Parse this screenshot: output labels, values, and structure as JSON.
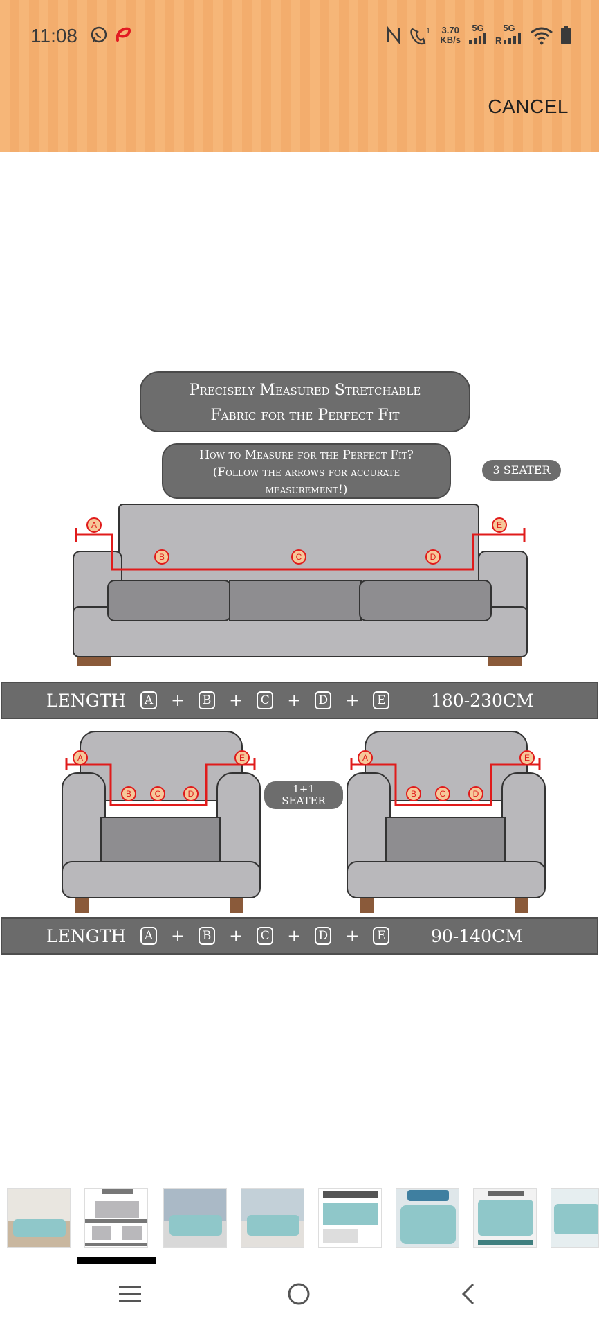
{
  "status_bar": {
    "time": "11:08",
    "network_speed_value": "3.70",
    "network_speed_unit": "KB/s",
    "sim1_label": "5G",
    "sim2_label": "5G"
  },
  "header": {
    "cancel_label": "CANCEL"
  },
  "image": {
    "title_line1": "Precisely Measured Stretchable",
    "title_line2": "Fabric for the Perfect Fit",
    "subtitle_line1": "How to Measure for the Perfect Fit?",
    "subtitle_line2": "(Follow the arrows for accurate",
    "subtitle_line3": "measurement!)",
    "seater3_label": "3 SEATER",
    "seater11_line1": "1+1",
    "seater11_line2": "SEATER",
    "length_label": "LENGTH",
    "length3_value": "180-230CM",
    "length11_value": "90-140CM",
    "letters": [
      "A",
      "B",
      "C",
      "D",
      "E"
    ],
    "plus": "+"
  },
  "thumbnails": {
    "count": 9,
    "selected_index": 1
  },
  "colors": {
    "header_orange": "#f6b678",
    "badge_gray": "#6d6d6d",
    "sofa_gray": "#b9b8bb",
    "measure_red": "#e01b1b",
    "thumb_teal": "#8fc7c9"
  }
}
